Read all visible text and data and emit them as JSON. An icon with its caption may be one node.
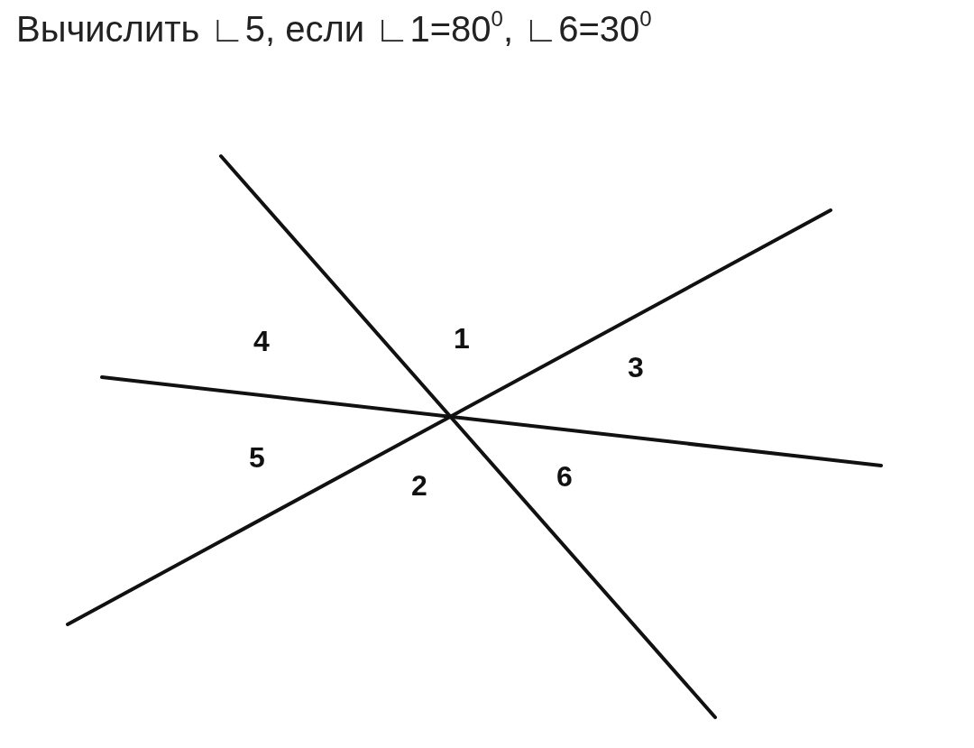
{
  "diagram": {
    "title": "Вычислить ∟5, если ∟1=80$^{0}$, ∟6=30$^{0}$",
    "labels": [
      "4",
      "1",
      "3",
      "5",
      "2",
      "6"
    ]
  }
}
